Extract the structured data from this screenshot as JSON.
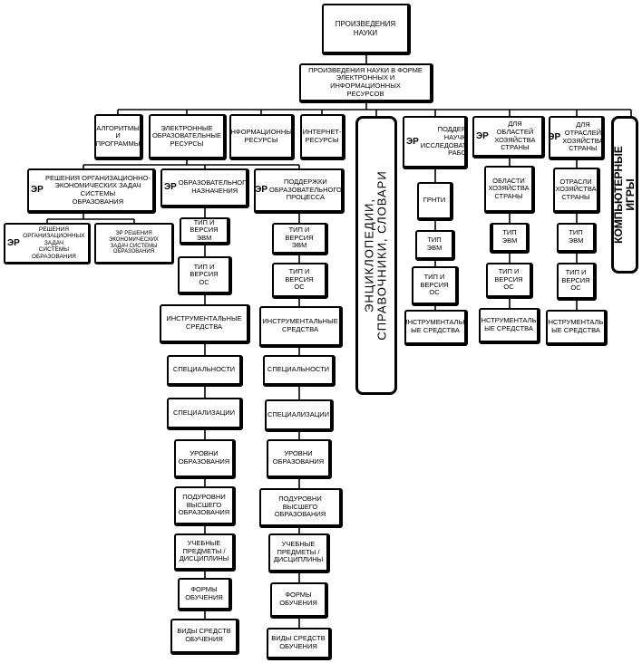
{
  "root": "ПРОИЗВЕДЕНИЯ НАУКИ",
  "level1": "ПРОИЗВЕДЕНИЯ НАУКИ В ФОРМЕ\nЭЛЕКТРОННЫХ И ИНФОРМАЦИОННЫХ\nРЕСУРСОВ",
  "categories": {
    "algorithms": "АЛГОРИТМЫ И\nПРОГРАММЫ",
    "edu_resources": "ЭЛЕКТРОННЫЕ\nОБРАЗОВАТЕЛЬНЫЕ\nРЕСУРСЫ",
    "info_resources": "ИНФОРМАЦИОННЫЕ\nРЕСУРСЫ",
    "internet": "ИНТЕРНЕТ-\nРЕСУРСЫ",
    "encyclopedias_1": "ЭНЦИКЛОПЕДИИ,",
    "encyclopedias_2": "СПРАВОЧНИКИ, СЛОВАРИ",
    "games_1": "КОМПЬЮТЕРНЫЕ",
    "games_2": "ИГРЫ"
  },
  "er_prefix": "ЭР",
  "science": {
    "title": "ПОДДЕРЖКИ\nНАУЧНО-\nИССЛЕДОВАТЕЛЬСКИХ\nРАБОТ",
    "items": [
      "ГРНТИ",
      "ТИП ЭВМ",
      "ТИП И\nВЕРСИЯ\nОС",
      "ИНСТРУМЕНТАЛЬН\nЫЕ СРЕДСТВА"
    ]
  },
  "regions": {
    "title": "ДЛЯ ОБЛАСТЕЙ\nХОЗЯЙСТВА СТРАНЫ",
    "items": [
      "ОБЛАСТИ\nХОЗЯЙСТВА\nСТРАНЫ",
      "ТИП ЭВМ",
      "ТИП И\nВЕРСИЯ ОС",
      "ИНСТРУМЕНТАЛЬН\nЫЕ СРЕДСТВА"
    ]
  },
  "branches": {
    "title": "ДЛЯ\nОТРАСЛЕЙ\nХОЗЯЙСТВА\nСТРАНЫ",
    "items": [
      "ОТРАСЛИ\nХОЗЯЙСТВА\nСТРАНЫ",
      "ТИП ЭВМ",
      "ТИП И\nВЕРСИЯ\nОС",
      "ИНСТРУМЕНТАЛЬН\nЫЕ СРЕДСТВА"
    ]
  },
  "org": {
    "title": "РЕШЕНИЯ ОРГАНИЗАЦИОННО-\nЭКОНОМИЧЕСКИХ ЗАДАЧ СИСТЕМЫ\nОБРАЗОВАНИЯ",
    "left": "РЕШЕНИЯ\nОРГАНИЗАЦИОННЫХ ЗАДАЧ\nСИСТЕМЫ ОБРАЗОВАНИЯ",
    "right": "ЭР РЕШЕНИЯ ЭКОНОМИЧЕСКИХ\nЗАДАЧ СИСТЕМЫ\nОБРАЗОВАНИЯ"
  },
  "edu_purpose": {
    "title": "ОБРАЗОВАТЕЛЬНОГО\nНАЗНАЧЕНИЯ",
    "items": [
      "ТИП И ВЕРСИЯ\nЭВМ",
      "ТИП И ВЕРСИЯ\nОС",
      "ИНСТРУМЕНТАЛЬНЫЕ\nСРЕДСТВА",
      "СПЕЦИАЛЬНОСТИ",
      "СПЕЦИАЛИЗАЦИИ",
      "УРОВНИ\nОБРАЗОВАНИЯ",
      "ПОДУРОВНИ\nВЫСШЕГО\nОБРАЗОВАНИЯ",
      "УЧЕБНЫЕ\nПРЕДМЕТЫ /\nДИСЦИПЛИНЫ",
      "ФОРМЫ\nОБУЧЕНИЯ",
      "ВИДЫ СРЕДСТВ\nОБУЧЕНИЯ"
    ]
  },
  "edu_support": {
    "title": "ПОДДЕРЖКИ\nОБРАЗОВАТЕЛЬНОГО\nПРОЦЕССА",
    "items": [
      "ТИП И ВЕРСИЯ\nЭВМ",
      "ТИП И ВЕРСИЯ\nОС",
      "ИНСТРУМЕНТАЛЬНЫЕ\nСРЕДСТВА",
      "СПЕЦИАЛЬНОСТИ",
      "СПЕЦИАЛИЗАЦИИ",
      "УРОВНИ\nОБРАЗОВАНИЯ",
      "ПОДУРОВНИ ВЫСШЕГО\nОБРАЗОВАНИЯ",
      "УЧЕБНЫЕ\nПРЕДМЕТЫ /\nДИСЦИПЛИНЫ",
      "ФОРМЫ\nОБУЧЕНИЯ",
      "ВИДЫ СРЕДСТВ\nОБУЧЕНИЯ"
    ]
  }
}
